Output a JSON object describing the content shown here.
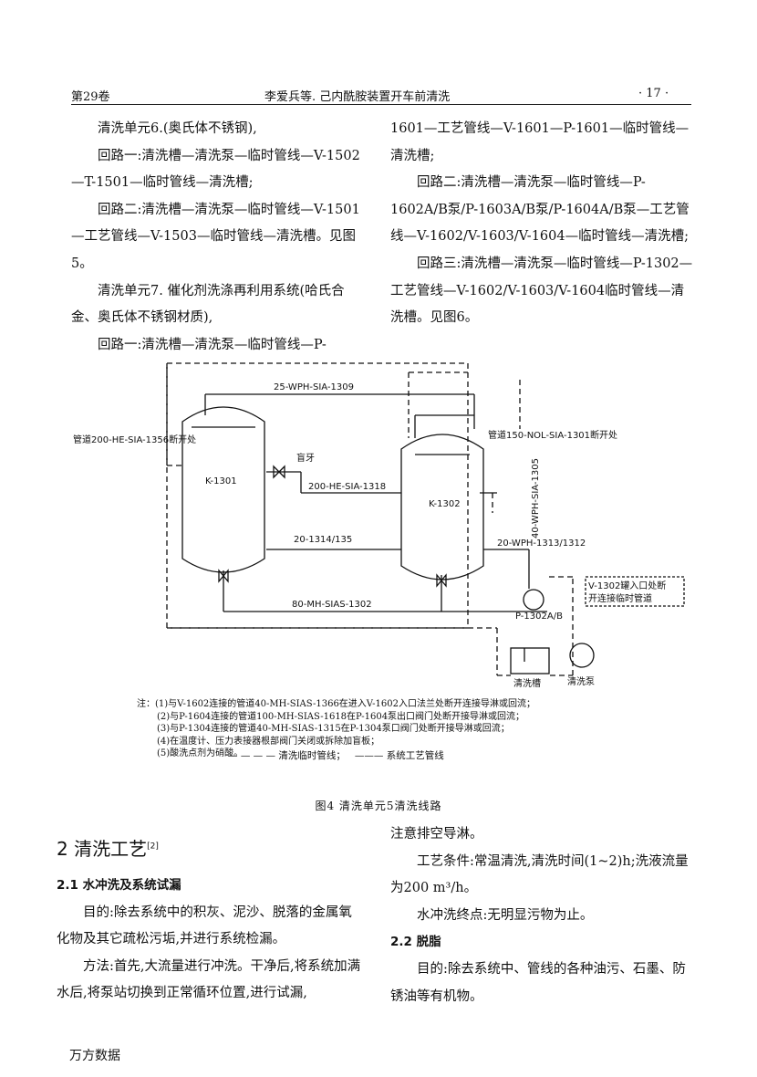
{
  "header": {
    "left": "第29卷",
    "center": "李爱兵等. 己内酰胺装置开车前清洗",
    "right": "· 17 ·"
  },
  "col_left_top": [
    {
      "text": "清洗单元6.(奥氏体不锈钢),",
      "indent": true
    },
    {
      "text": "回路一:清洗槽—清洗泵—临时管线—V-1502—T-1501—临时管线—清洗槽;",
      "indent": true
    },
    {
      "text": "回路二:清洗槽—清洗泵—临时管线—V-1501—工艺管线—V-1503—临时管线—清洗槽。见图5。",
      "indent": true
    },
    {
      "text": "清洗单元7. 催化剂洗涤再利用系统(哈氏合金、奥氏体不锈钢材质),",
      "indent": true
    },
    {
      "text": "回路一:清洗槽—清洗泵—临时管线—P-",
      "indent": true
    }
  ],
  "col_right_top": [
    {
      "text": "1601—工艺管线—V-1601—P-1601—临时管线—清洗槽;",
      "indent": false
    },
    {
      "text": "回路二:清洗槽—清洗泵—临时管线—P-1602A/B泵/P-1603A/B泵/P-1604A/B泵—工艺管线—V-1602/V-1603/V-1604—临时管线—清洗槽;",
      "indent": true
    },
    {
      "text": "回路三:清洗槽—清洗泵—临时管线—P-1302—工艺管线—V-1602/V-1603/V-1604临时管线—清洗槽。见图6。",
      "indent": true
    }
  ],
  "figure": {
    "labels": {
      "line_top": "25-WPH-SIA-1309",
      "pipe_left": "管道200-HE-SIA-1356断开处",
      "vessel_left": "K-1301",
      "blind": "盲牙",
      "line_mid": "200-HE-SIA-1318",
      "line_low": "20-1314/135",
      "pipe_right": "管道150-NOL-SIA-1301断开处",
      "vessel_right": "K-1302",
      "line_vert": "40-WPH-SIA-1305",
      "line_right": "20-WPH-1313/1312",
      "line_bottom": "80-MH-SIAS-1302",
      "pump": "P-1302A/B",
      "note_box": [
        "V-1302罐入口处断",
        "开连接临时管道"
      ],
      "tank": "清洗槽",
      "cpump": "清洗泵"
    },
    "notes": [
      "注：(1)与V-1602连接的管道40-MH-SIAS-1366在进入V-1602入口法兰处断开连接导淋或回流；",
      "(2)与P-1604连接的管道100-MH-SIAS-1618在P-1604泵出口阀门处断开接导淋或回流；",
      "(3)与P-1304连接的管道40-MH-SIAS-1315在P-1304泵口阀门处断开接导淋或回流；",
      "(4)在温度计、压力表接器根部阀门关闭或拆除加盲板；",
      "(5)酸洗点剂为硝酸。"
    ],
    "legend_dashed": "清洗临时管线；",
    "legend_solid": "系统工艺管线",
    "caption": "图4  清洗单元5清洗线路"
  },
  "section": {
    "title": "2  清洗工艺",
    "ref": "[2]"
  },
  "col_left_bottom": {
    "sub": "2.1  水冲洗及系统试漏",
    "paras": [
      "目的:除去系统中的积灰、泥沙、脱落的金属氧化物及其它疏松污垢,并进行系统检漏。",
      "方法:首先,大流量进行冲洗。干净后,将系统加满水后,将泵站切换到正常循环位置,进行试漏,"
    ]
  },
  "col_right_bottom": {
    "p1": "注意排空导淋。",
    "p2": "工艺条件:常温清洗,清洗时间(1~2)h;洗液流量为200 m³/h。",
    "p3": "水冲洗终点:无明显污物为止。",
    "sub": "2.2  脱脂",
    "p4": "目的:除去系统中、管线的各种油污、石墨、防锈油等有机物。"
  },
  "footer": "万方数据"
}
